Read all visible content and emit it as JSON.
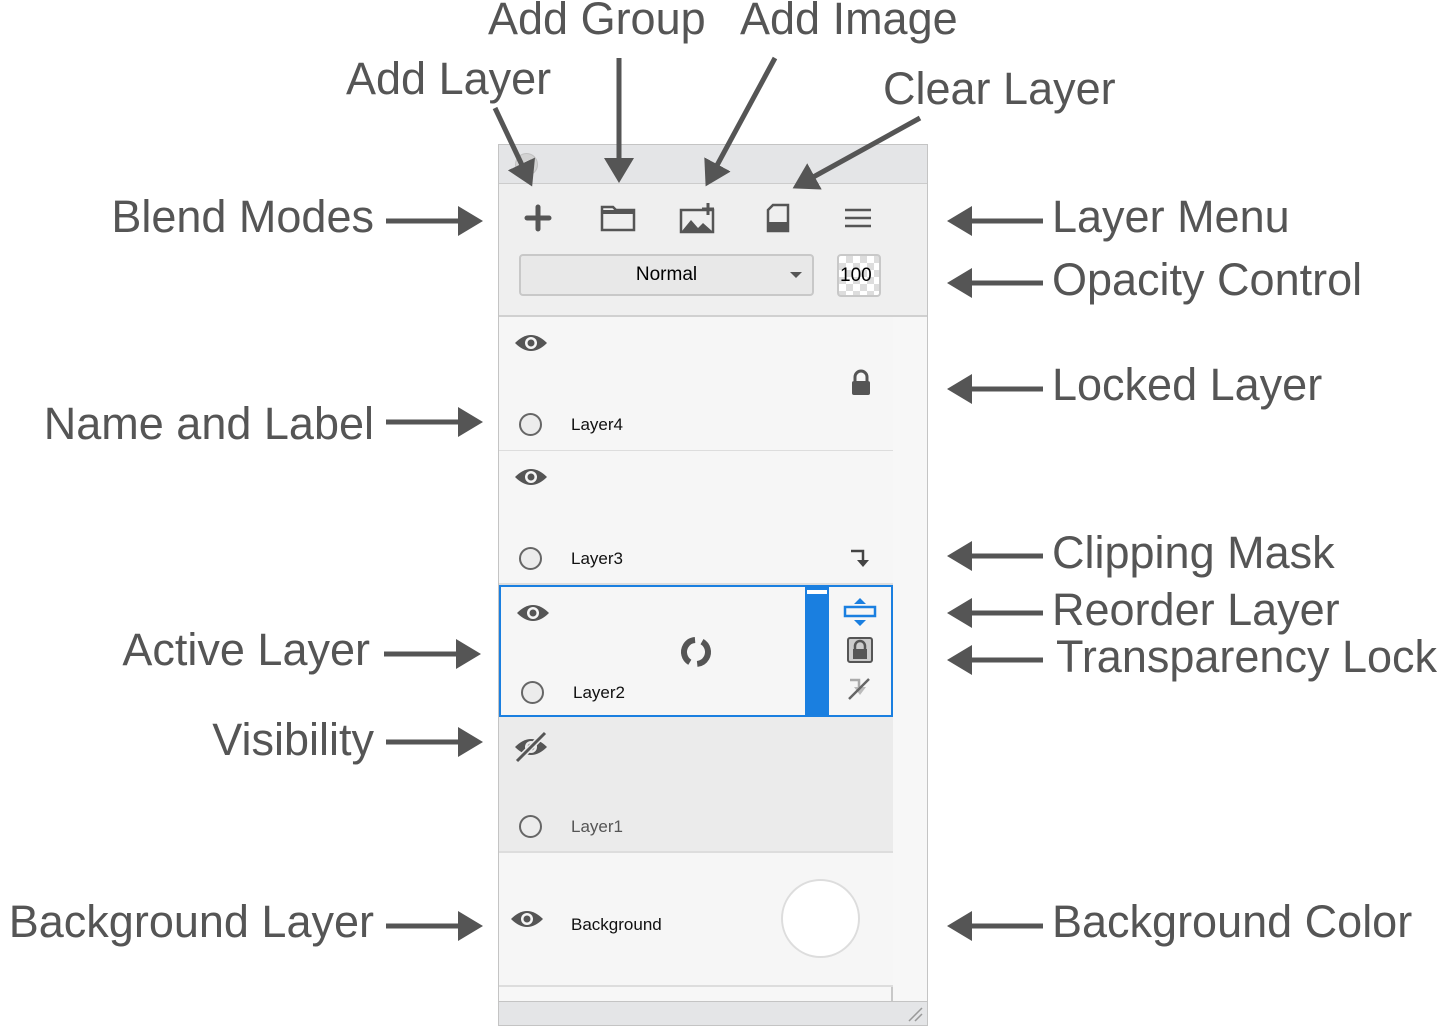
{
  "annotations": {
    "add_group": "Add Group",
    "add_image": "Add Image",
    "add_layer": "Add Layer",
    "clear_layer": "Clear Layer",
    "blend_modes": "Blend Modes",
    "layer_menu": "Layer Menu",
    "opacity_control": "Opacity Control",
    "locked_layer": "Locked Layer",
    "name_and_label": "Name and Label",
    "clipping_mask": "Clipping Mask",
    "reorder_layer": "Reorder Layer",
    "transparency_lock": "Transparency Lock",
    "active_layer": "Active Layer",
    "visibility": "Visibility",
    "background_layer": "Background Layer",
    "background_color": "Background Color"
  },
  "panel": {
    "blend_mode": "Normal",
    "opacity": "100",
    "layers": [
      {
        "name": "Layer4",
        "visible": true,
        "locked": true
      },
      {
        "name": "Layer3",
        "visible": true,
        "clipping_mask": true
      },
      {
        "name": "Layer2",
        "visible": true,
        "active": true
      },
      {
        "name": "Layer1",
        "visible": false
      },
      {
        "name": "Background",
        "visible": true,
        "color": "#ffffff"
      }
    ]
  },
  "colors": {
    "accent": "#1a7fe0",
    "annotation": "#555555"
  }
}
